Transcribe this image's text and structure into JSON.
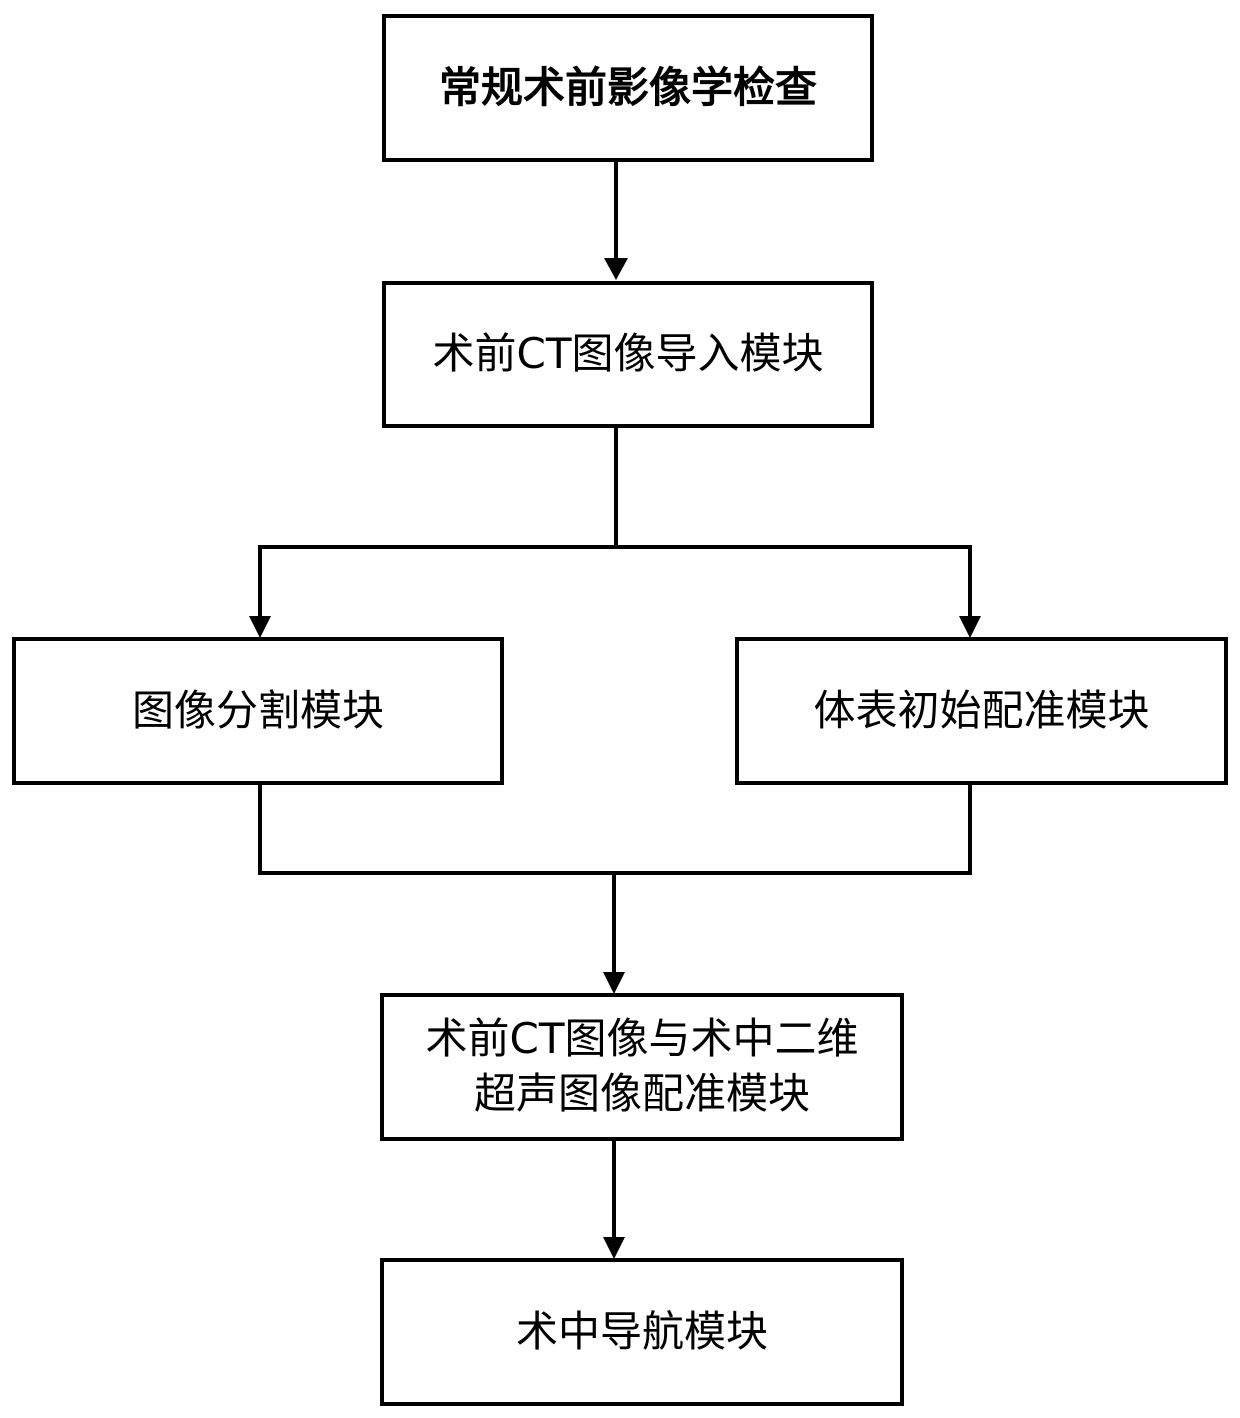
{
  "flowchart": {
    "nodes": {
      "preop_imaging_exam": {
        "label": "常规术前影像学检查"
      },
      "preop_ct_import": {
        "label": "术前CT图像导入模块"
      },
      "image_segmentation": {
        "label": "图像分割模块"
      },
      "surface_initial_registration": {
        "label": "体表初始配准模块"
      },
      "ct_ultrasound_registration": {
        "lines": [
          "术前CT图像与术中二维",
          "超声图像配准模块"
        ]
      },
      "intraop_navigation": {
        "label": "术中导航模块"
      }
    },
    "edges": [
      {
        "from": "preop_imaging_exam",
        "to": "preop_ct_import"
      },
      {
        "from": "preop_ct_import",
        "to": "image_segmentation"
      },
      {
        "from": "preop_ct_import",
        "to": "surface_initial_registration"
      },
      {
        "from": "image_segmentation",
        "to": "ct_ultrasound_registration"
      },
      {
        "from": "surface_initial_registration",
        "to": "ct_ultrasound_registration"
      },
      {
        "from": "ct_ultrasound_registration",
        "to": "intraop_navigation"
      }
    ]
  }
}
